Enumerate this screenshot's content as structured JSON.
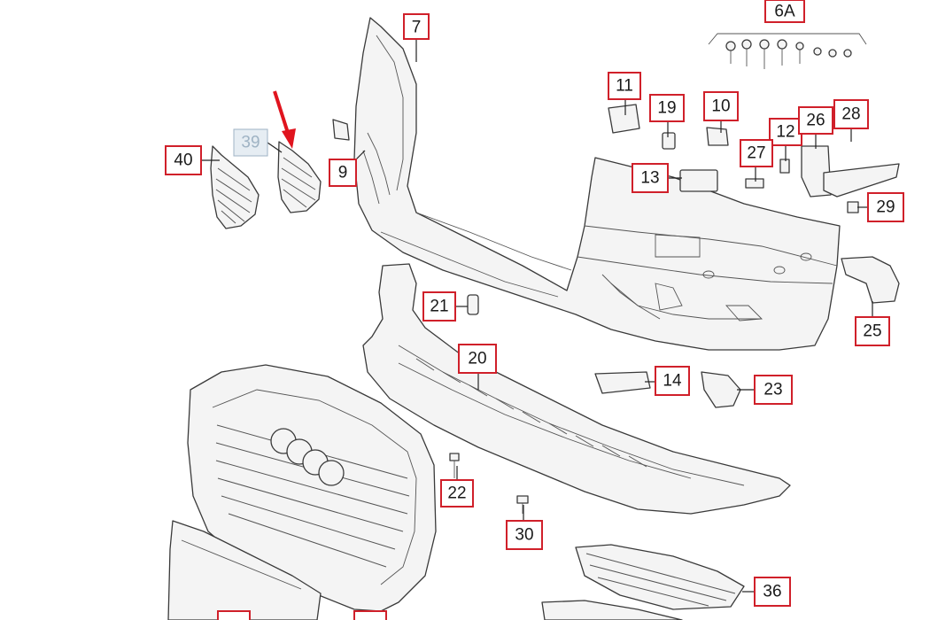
{
  "diagram": {
    "callouts": [
      {
        "id": "c7",
        "text": "7"
      },
      {
        "id": "c6a",
        "text": "6A"
      },
      {
        "id": "c11",
        "text": "11"
      },
      {
        "id": "c19",
        "text": "19"
      },
      {
        "id": "c10",
        "text": "10"
      },
      {
        "id": "c12",
        "text": "12"
      },
      {
        "id": "c26",
        "text": "26"
      },
      {
        "id": "c28",
        "text": "28"
      },
      {
        "id": "c27",
        "text": "27"
      },
      {
        "id": "c13",
        "text": "13"
      },
      {
        "id": "c29",
        "text": "29"
      },
      {
        "id": "c40",
        "text": "40"
      },
      {
        "id": "c39",
        "text": "39"
      },
      {
        "id": "c9",
        "text": "9"
      },
      {
        "id": "c21",
        "text": "21"
      },
      {
        "id": "c20",
        "text": "20"
      },
      {
        "id": "c25",
        "text": "25"
      },
      {
        "id": "c14",
        "text": "14"
      },
      {
        "id": "c23",
        "text": "23"
      },
      {
        "id": "c22",
        "text": "22"
      },
      {
        "id": "c30",
        "text": "30"
      },
      {
        "id": "c36",
        "text": "36"
      }
    ],
    "highlighted_callout": "39",
    "pointer_arrow_color": "#e0141e",
    "callout_border_color": "#d0202a"
  }
}
